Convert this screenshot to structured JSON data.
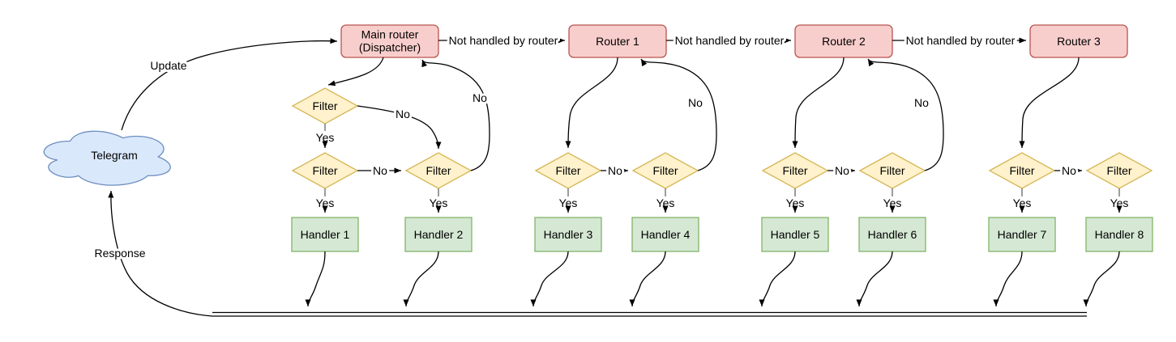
{
  "diagram": {
    "cloud": {
      "label": "Telegram"
    },
    "routers": [
      {
        "line1": "Main router",
        "line2": "(Dispatcher)"
      },
      {
        "label": "Router 1"
      },
      {
        "label": "Router 2"
      },
      {
        "label": "Router 3"
      }
    ],
    "handlers": [
      "Handler 1",
      "Handler 2",
      "Handler 3",
      "Handler 4",
      "Handler 5",
      "Handler 6",
      "Handler 7",
      "Handler 8"
    ],
    "labels": {
      "filter": "Filter",
      "yes": "Yes",
      "no": "No",
      "update": "Update",
      "response": "Response",
      "not_handled": "Not handled by router"
    },
    "colors": {
      "router_fill": "#f8cecc",
      "router_stroke": "#b85450",
      "filter_fill": "#fff2cc",
      "filter_stroke": "#d6b656",
      "handler_fill": "#d5e8d4",
      "handler_stroke": "#82b366",
      "cloud_fill": "#dae8fc",
      "cloud_stroke": "#6c8ebf",
      "edge": "#000000",
      "background": "#ffffff"
    }
  }
}
